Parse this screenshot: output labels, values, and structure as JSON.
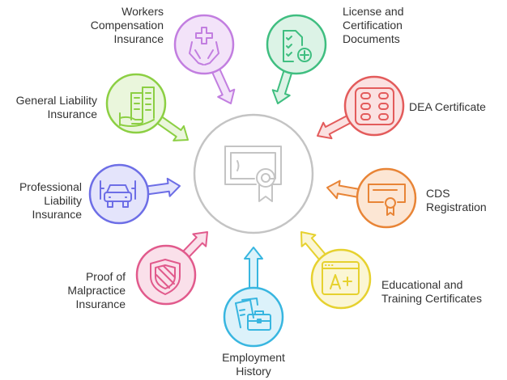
{
  "center": {
    "icon": "certificate-with-seal-icon"
  },
  "items": [
    {
      "id": "workers-comp",
      "label": "Workers\nCompensation\nInsurance",
      "color": "#c27ee0",
      "fill": "#f3e3f9",
      "icon": "hands-medical-cross-icon"
    },
    {
      "id": "license",
      "label": "License and\nCertification\nDocuments",
      "color": "#3fbe80",
      "fill": "#dcf3e6",
      "icon": "document-checklist-plus-icon"
    },
    {
      "id": "dea",
      "label": "DEA Certificate",
      "color": "#e35b5b",
      "fill": "#fbe1e1",
      "icon": "pill-blister-pack-icon"
    },
    {
      "id": "cds",
      "label": "CDS\nRegistration",
      "color": "#e88436",
      "fill": "#fce6d4",
      "icon": "certificate-ribbon-icon"
    },
    {
      "id": "education",
      "label": "Educational and\nTraining Certificates",
      "color": "#e6d12f",
      "fill": "#fbf6d4",
      "icon": "a-plus-browser-icon"
    },
    {
      "id": "employment",
      "label": "Employment\nHistory",
      "color": "#38b6e0",
      "fill": "#dcf2fa",
      "icon": "briefcase-documents-icon"
    },
    {
      "id": "malpractice",
      "label": "Proof of\nMalpractice\nInsurance",
      "color": "#e15a8c",
      "fill": "#fae0ea",
      "icon": "shield-striped-icon"
    },
    {
      "id": "professional",
      "label": "Professional\nLiability\nInsurance",
      "color": "#6d6ee6",
      "fill": "#e4e4fb",
      "icon": "car-icon"
    },
    {
      "id": "general",
      "label": "General Liability\nInsurance",
      "color": "#8ccf43",
      "fill": "#eaf6dc",
      "icon": "building-hand-icon"
    }
  ]
}
